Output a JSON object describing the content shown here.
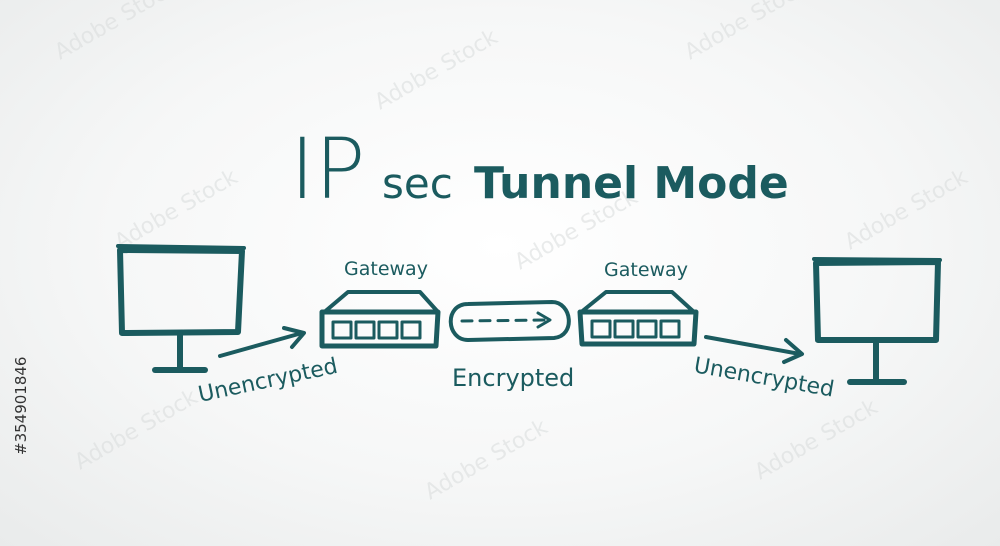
{
  "title": {
    "main": "IP",
    "sub": "sec",
    "rest": "Tunnel Mode"
  },
  "labels": {
    "gateway_left": "Gateway",
    "gateway_right": "Gateway",
    "unencrypted_left": "Unencrypted",
    "encrypted": "Encrypted",
    "unencrypted_right": "Unencrypted"
  },
  "side_code": "#354901846",
  "watermark": "Adobe Stock",
  "colors": {
    "ink": "#1b5b5f",
    "background": "#f6f7f7"
  },
  "icons": [
    "monitor-icon",
    "gateway-icon",
    "tunnel-icon",
    "arrow-icon"
  ]
}
